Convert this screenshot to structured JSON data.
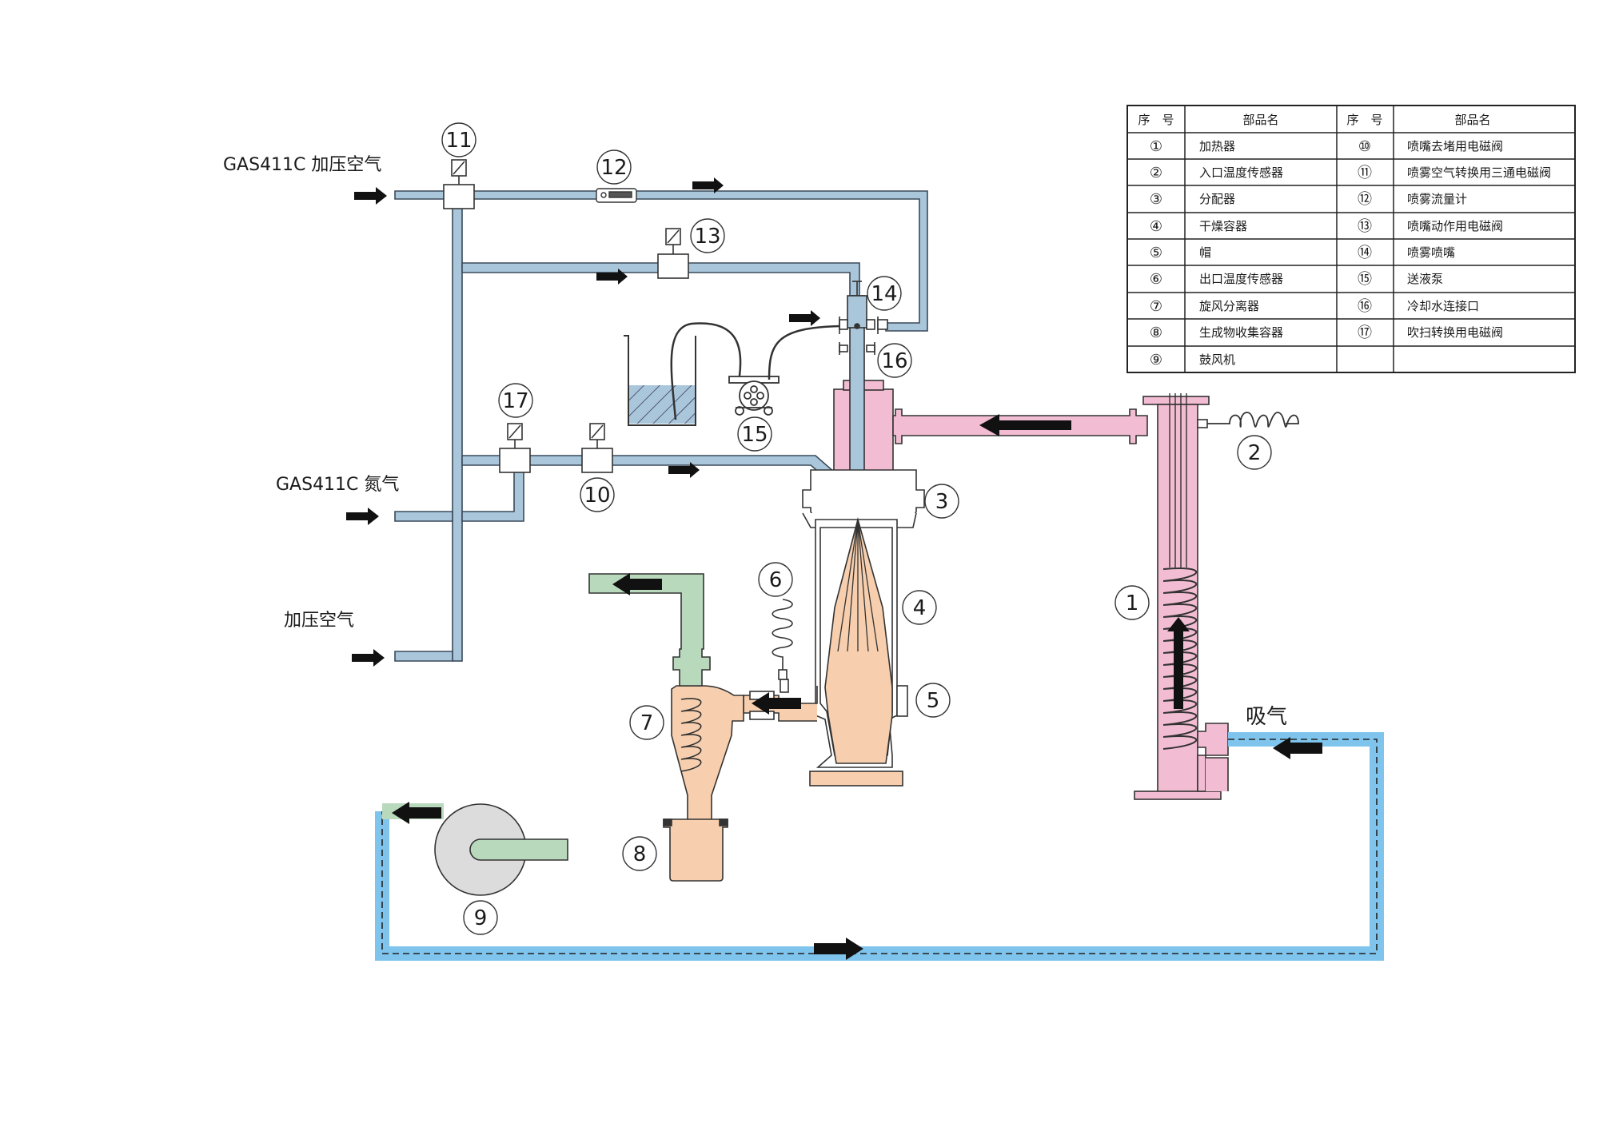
{
  "inputs": {
    "gas_air": "GAS411C 加压空气",
    "gas_n2": "GAS411C 氮气",
    "air": "加压空气",
    "intake": "吸气"
  },
  "markers": [
    "①",
    "②",
    "③",
    "④",
    "⑤",
    "⑥",
    "⑦",
    "⑧",
    "⑨",
    "⑩",
    "⑪",
    "⑫",
    "⑬",
    "⑭",
    "⑮",
    "⑯",
    "⑰"
  ],
  "callouts": [
    "1",
    "2",
    "3",
    "4",
    "5",
    "6",
    "7",
    "8",
    "9",
    "10",
    "11",
    "12",
    "13",
    "14",
    "15",
    "16",
    "17"
  ],
  "table": {
    "header_no": "序　号",
    "header_name": "部品名",
    "left": [
      "加热器",
      "入口温度传感器",
      "分配器",
      "干燥容器",
      "帽",
      "出口温度传感器",
      "旋风分离器",
      "生成物收集容器",
      "鼓风机"
    ],
    "right": [
      "喷嘴去堵用电磁阀",
      "喷雾空气转换用三通电磁阀",
      "喷雾流量计",
      "喷嘴动作用电磁阀",
      "喷雾喷嘴",
      "送液泵",
      "冷却水连接口",
      "吹扫转换用电磁阀"
    ]
  },
  "colors": {
    "pipe_blue": "#a9c6db",
    "intake_blue": "#7ec4ec",
    "heater_pink": "#f2bdd3",
    "product_orange": "#f7cfae",
    "exhaust_green": "#b9d9bd",
    "blower_gray": "#dcdcdc"
  }
}
